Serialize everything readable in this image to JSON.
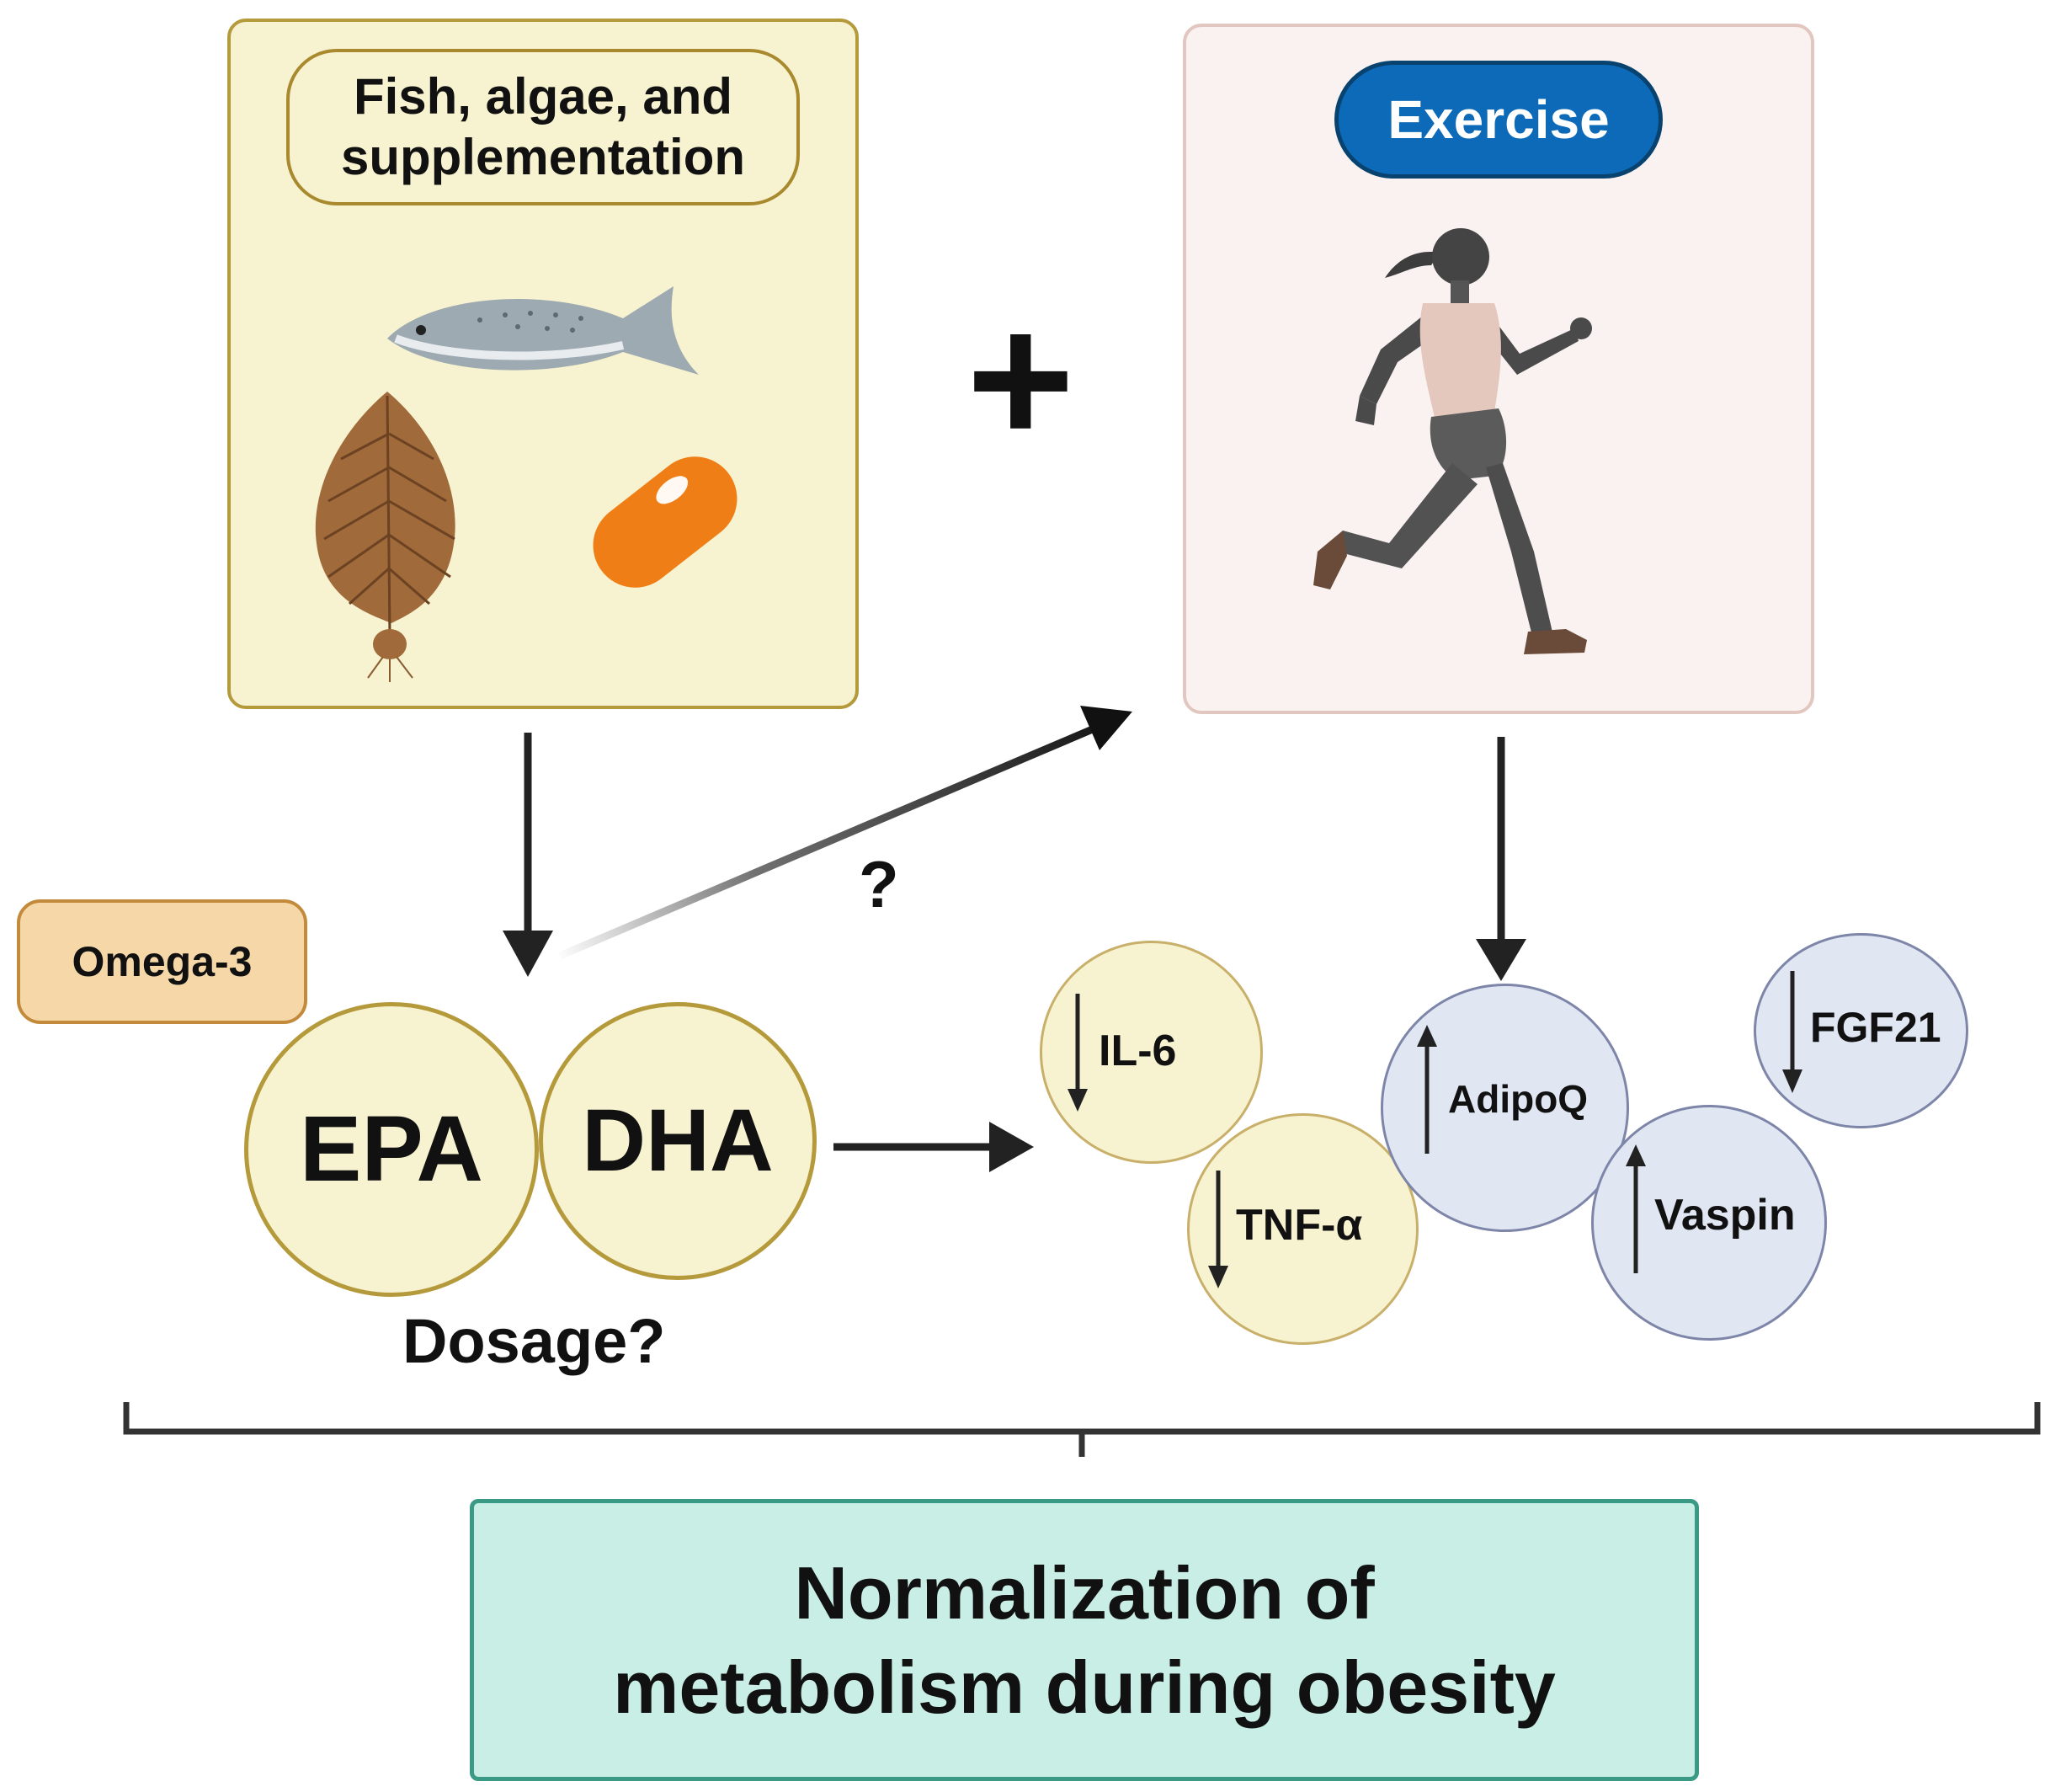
{
  "source_box": {
    "title_line1": "Fish, algae, and",
    "title_line2": "supplementation",
    "fill": "#f7f2cf",
    "border": "#b59a3c"
  },
  "plus_sign": "+",
  "exercise_box": {
    "title": "Exercise",
    "fill": "#faf2f0",
    "pill_color": "#0c6ab8"
  },
  "omega_label": "Omega-3",
  "fatty_acids": [
    "EPA",
    "DHA"
  ],
  "dosage_label": "Dosage?",
  "question_mark": "?",
  "inflammatory_markers": [
    {
      "name": "IL-6",
      "direction": "down"
    },
    {
      "name": "TNF-α",
      "direction": "down"
    }
  ],
  "adipokines": [
    {
      "name": "AdipoQ",
      "direction": "up"
    },
    {
      "name": "Vaspin",
      "direction": "up"
    },
    {
      "name": "FGF21",
      "direction": "down"
    }
  ],
  "outcome": {
    "line1": "Normalization of",
    "line2": "metabolism during obesity",
    "fill": "#c9eee6",
    "border": "#3a9a86"
  }
}
